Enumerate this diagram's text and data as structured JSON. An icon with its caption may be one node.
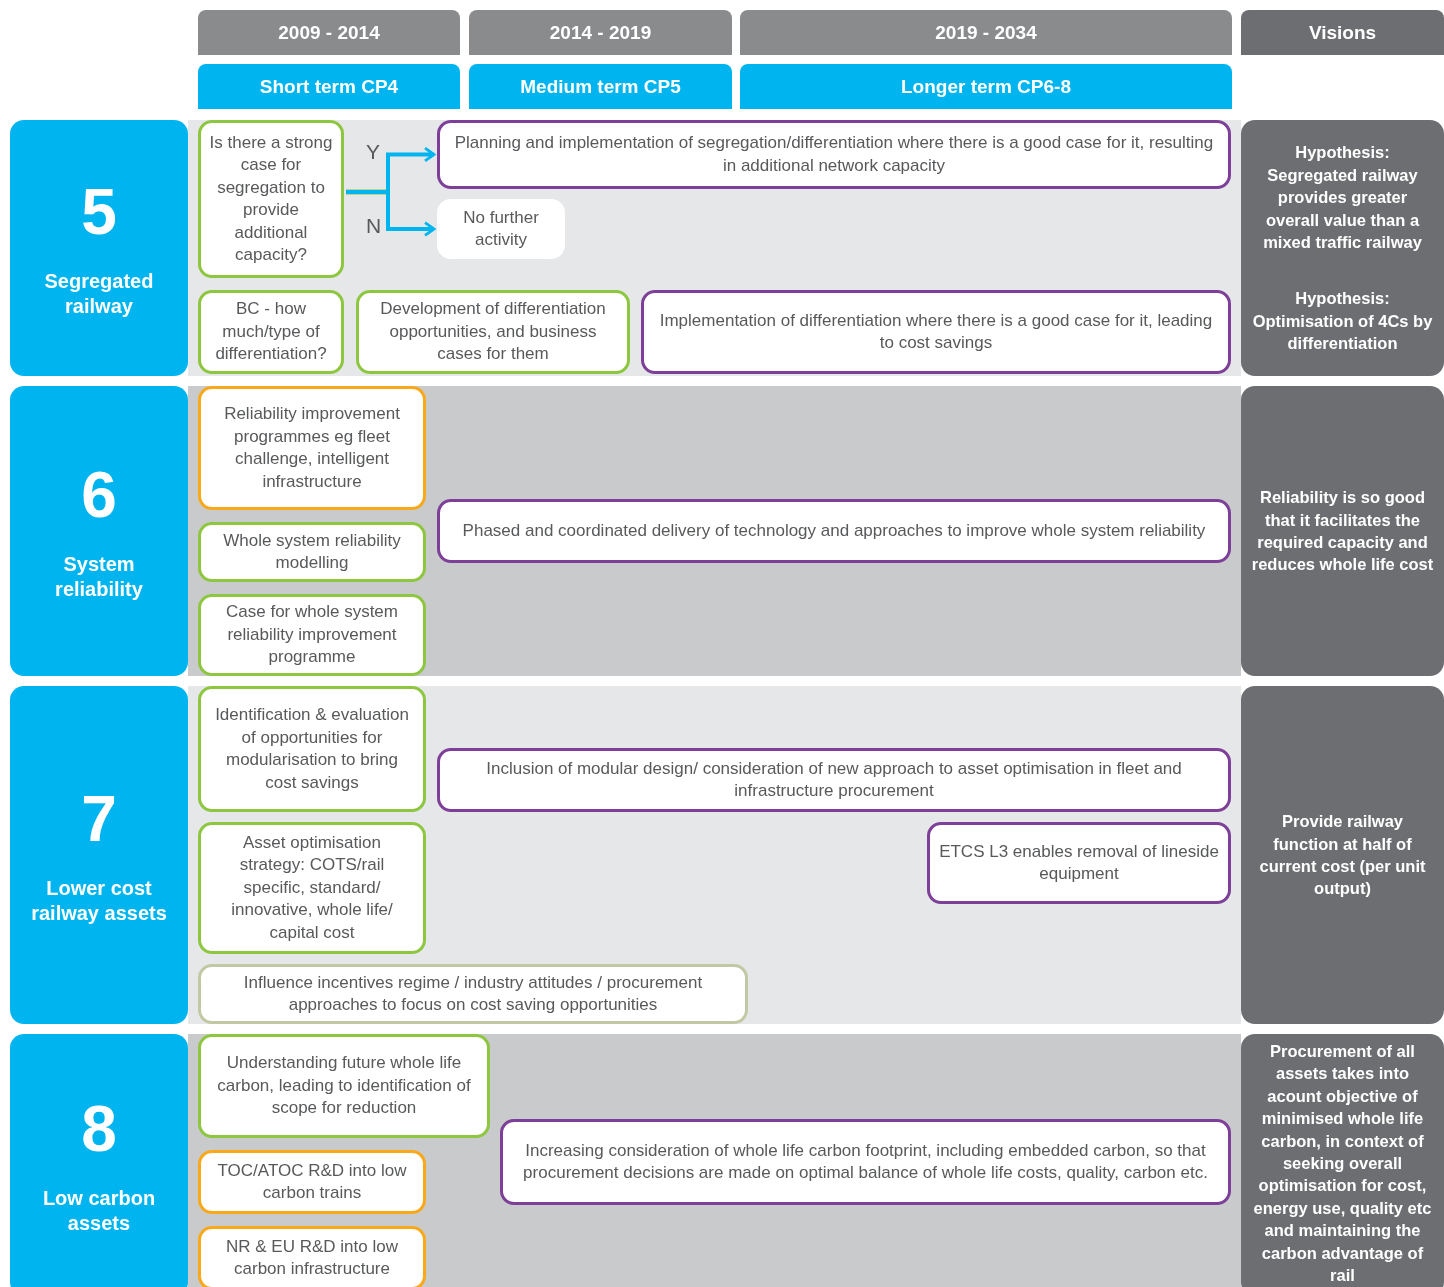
{
  "diagram": {
    "nodes": [
      {
        "text": [
          "2009 - 2014"
        ]
      },
      {
        "text": [
          "2014 - 2019"
        ]
      },
      {
        "text": [
          "2019 - 2034"
        ]
      },
      {
        "text": [
          "Visions"
        ]
      },
      {
        "text": [
          "Short term CP4"
        ]
      },
      {
        "text": [
          "Medium term CP5"
        ]
      },
      {
        "text": [
          "Longer term CP6-8"
        ]
      },
      {
        "text": [
          "5",
          "Segregated railway"
        ]
      },
      {
        "text": [
          "Is there a strong case for segregation to provide additional capacity?"
        ]
      },
      {
        "text": [
          "Planning and implementation of segregation/differentiation where there is a good case for it, resulting in additional network capacity"
        ]
      },
      {
        "text": [
          "No further activity"
        ]
      },
      {
        "text": [
          "BC - how much/type of differentiation?"
        ]
      },
      {
        "text": [
          "Development of differentiation opportunities, and business cases for them"
        ]
      },
      {
        "text": [
          "Implementation of differentiation where there is a good case for it, leading to cost savings"
        ]
      },
      {
        "text": [
          "Hypothesis:",
          "Segregated railway provides greater overall value than a mixed traffic railway",
          "Hypothesis:",
          "Optimisation of 4Cs by differentiation"
        ]
      },
      {
        "text": [
          "6",
          "System reliability"
        ]
      },
      {
        "text": [
          "Reliability improvement programmes eg fleet challenge, intelligent infrastructure"
        ]
      },
      {
        "text": [
          "Whole system reliability modelling"
        ]
      },
      {
        "text": [
          "Case for whole system reliability improvement programme"
        ]
      },
      {
        "text": [
          "Phased and coordinated delivery of technology and approaches to improve whole system reliability"
        ]
      },
      {
        "text": [
          "Reliability is so good that it facilitates the required capacity and reduces whole life cost"
        ]
      },
      {
        "text": [
          "7",
          "Lower cost railway assets"
        ]
      },
      {
        "text": [
          "Identification & evaluation of opportunities for modularisation to bring cost savings"
        ]
      },
      {
        "text": [
          "Inclusion of modular design/ consideration of new approach to asset optimisation in fleet and infrastructure procurement"
        ]
      },
      {
        "text": [
          "Asset optimisation strategy: COTS/rail specific, standard/ innovative, whole life/ capital cost"
        ]
      },
      {
        "text": [
          "ETCS L3 enables removal of lineside equipment"
        ]
      },
      {
        "text": [
          "Influence incentives regime / industry attitudes / procurement approaches to focus on cost saving opportunities"
        ]
      },
      {
        "text": [
          "Provide railway function at half of current cost (per unit output)"
        ]
      },
      {
        "text": [
          "8",
          "Low carbon assets"
        ]
      },
      {
        "text": [
          "Understanding future whole life carbon, leading to identification of scope for reduction"
        ]
      },
      {
        "text": [
          "TOC/ATOC R&D into low carbon trains"
        ]
      },
      {
        "text": [
          "NR & EU R&D into low carbon infrastructure"
        ]
      },
      {
        "text": [
          "Increasing consideration of whole life carbon footprint, including embedded carbon, so that procurement decisions are made on optimal balance of whole life costs, quality, carbon etc."
        ]
      },
      {
        "text": [
          "Procurement of all assets takes into acount objective of minimised whole life carbon, in context of seeking overall optimisation for cost, energy use, quality etc and maintaining the carbon advantage of rail"
        ]
      }
    ],
    "edges": [
      {
        "from": 8,
        "to": 9,
        "arrow": "to",
        "label": "Y"
      },
      {
        "from": 8,
        "to": 10,
        "arrow": "to",
        "label": "N"
      }
    ]
  }
}
